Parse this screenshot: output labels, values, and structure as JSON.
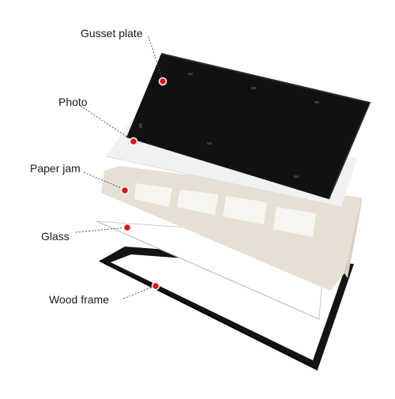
{
  "labels": {
    "gusset_plate": "Gusset plate",
    "photo": "Photo",
    "paper_jam": "Paper jam",
    "glass": "Glass",
    "wood_frame": "Wood frame"
  },
  "colors": {
    "gusset_plate": "#111111",
    "photo": "#f1f1f1",
    "paper_jam": "#e6e0d4",
    "glass": "#ffffff",
    "wood_frame": "#141414",
    "marker": "#e0101c",
    "leader_line": "#555555"
  }
}
